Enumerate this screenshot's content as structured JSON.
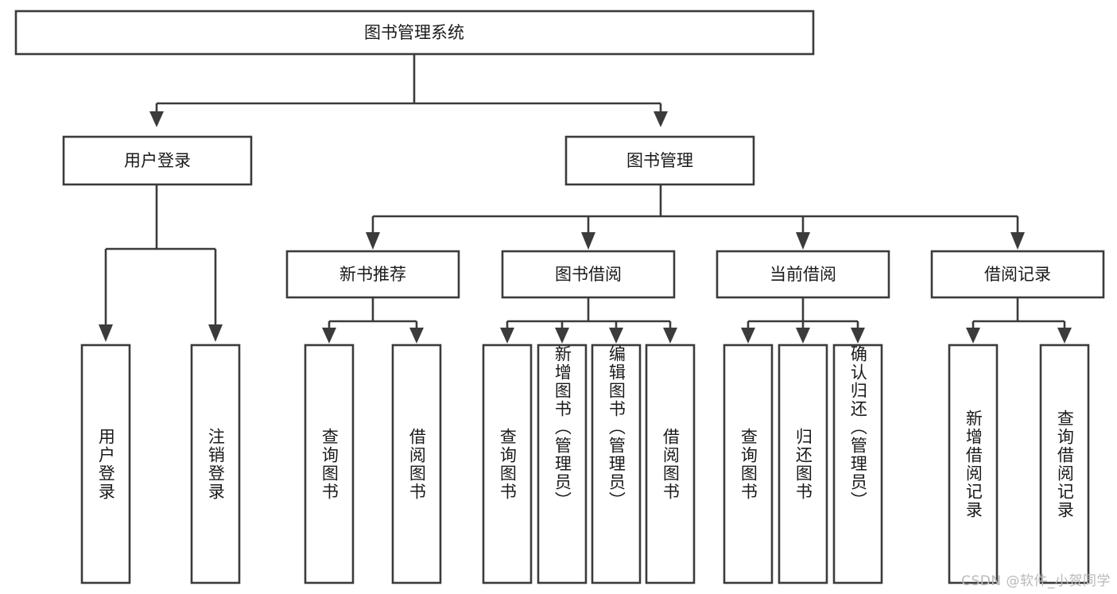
{
  "diagram": {
    "type": "tree-hierarchy",
    "title": "图书管理系统",
    "watermark": "CSDN @软件_小贺同学",
    "colors": {
      "box_stroke": "#3b3b3b",
      "box_fill": "#ffffff",
      "connector": "#3b3b3b",
      "text": "#1a1a1a",
      "background": "#ffffff",
      "watermark_text": "#b9b9b9"
    },
    "levels": {
      "level1": [
        {
          "id": "root",
          "label": "图书管理系统"
        }
      ],
      "level2": [
        {
          "id": "user-login",
          "label": "用户登录"
        },
        {
          "id": "book-manage",
          "label": "图书管理"
        }
      ],
      "level3": [
        {
          "id": "new-book-recommend",
          "label": "新书推荐",
          "parent": "book-manage"
        },
        {
          "id": "book-borrow",
          "label": "图书借阅",
          "parent": "book-manage"
        },
        {
          "id": "current-borrow",
          "label": "当前借阅",
          "parent": "book-manage"
        },
        {
          "id": "borrow-record",
          "label": "借阅记录",
          "parent": "book-manage"
        }
      ],
      "level4": [
        {
          "id": "leaf-user-login",
          "label": "用户登录",
          "parent": "user-login"
        },
        {
          "id": "leaf-logout-login",
          "label": "注销登录",
          "parent": "user-login"
        },
        {
          "id": "leaf-query-book-1",
          "label": "查询图书",
          "parent": "new-book-recommend"
        },
        {
          "id": "leaf-borrow-book-1",
          "label": "借阅图书",
          "parent": "new-book-recommend"
        },
        {
          "id": "leaf-query-book-2",
          "label": "查询图书",
          "parent": "book-borrow"
        },
        {
          "id": "leaf-add-book",
          "label": "新增图书（管理员）",
          "parent": "book-borrow"
        },
        {
          "id": "leaf-edit-book",
          "label": "编辑图书（管理员）",
          "parent": "book-borrow"
        },
        {
          "id": "leaf-borrow-book-2",
          "label": "借阅图书",
          "parent": "book-borrow"
        },
        {
          "id": "leaf-query-book-3",
          "label": "查询图书",
          "parent": "current-borrow"
        },
        {
          "id": "leaf-return-book",
          "label": "归还图书",
          "parent": "current-borrow"
        },
        {
          "id": "leaf-confirm-return",
          "label": "确认归还（管理员）",
          "parent": "current-borrow"
        },
        {
          "id": "leaf-add-record",
          "label": "新增借阅记录",
          "parent": "borrow-record"
        },
        {
          "id": "leaf-query-record",
          "label": "查询借阅记录",
          "parent": "borrow-record"
        }
      ]
    }
  }
}
